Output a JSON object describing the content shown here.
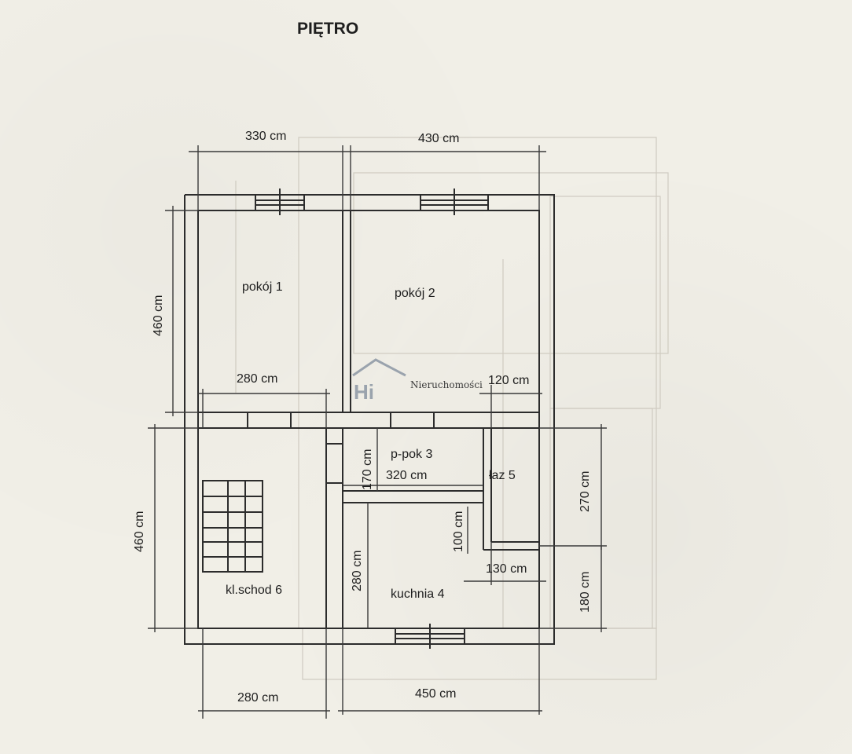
{
  "title": "PIĘTRO",
  "rooms": {
    "pokoj1": "pokój 1",
    "pokoj2": "pokój 2",
    "ppok3": "p-pok 3",
    "laz5": "łaz 5",
    "kuchnia4": "kuchnia 4",
    "klschod6": "kl.schod 6"
  },
  "dimensions": {
    "top_left_width": "330 cm",
    "top_right_width": "430 cm",
    "left_upper_height": "460 cm",
    "mid_left_width": "280 cm",
    "mid_right_width": "120 cm",
    "ppok_height": "170 cm",
    "ppok_width": "320 cm",
    "laz_height": "270 cm",
    "left_lower_height": "460 cm",
    "step_height": "100 cm",
    "step_width": "130 cm",
    "kuchnia_height": "280 cm",
    "lower_right_height": "180 cm",
    "bottom_left_width": "280 cm",
    "bottom_right_width": "450 cm"
  },
  "watermark": {
    "logo": "Hi",
    "text": "Nieruchomości"
  }
}
